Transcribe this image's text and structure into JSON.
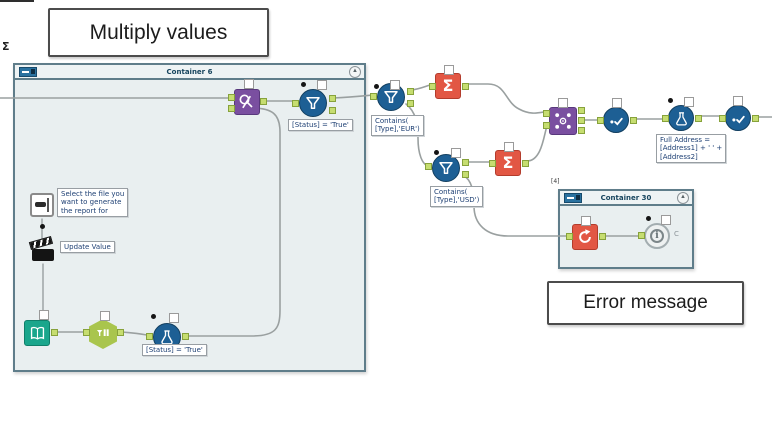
{
  "canvas": {
    "comment_labels": {
      "multiply_values": "Multiply values",
      "error_message": "Error message"
    },
    "stray_sigma": "Σ",
    "containers": {
      "container6": {
        "title": "Container 6"
      },
      "container30": {
        "title": "Container 30",
        "marker": "[4]"
      }
    },
    "annotations": {
      "filter_status": "[Status] = 'True'",
      "contains_eur": "Contains(\n[Type],'EUR')",
      "contains_usd": "Contains(\n[Type],'USD')",
      "full_address": "Full Address =\n[Address1] + ' ' +\n[Address2]",
      "formula_status": "[Status] = 'True'",
      "select_file_comment": "Select the file you\nwant to generate\nthe report for",
      "update_value": "Update Value",
      "message_output_letter": "C"
    },
    "icons": {
      "summarize": "Σ",
      "message": "i",
      "collapse": "▲"
    },
    "colors": {
      "preparation_blue": "#1d5f94",
      "join_purple": "#7a4fa0",
      "transform_orange": "#e25744",
      "input_teal": "#1aa68c",
      "macro_lime": "#a9c54d",
      "anchor_green": "#c6dd70",
      "wire_gray": "#9aa0a0",
      "container_fill": "#e9eff0",
      "container_border": "#5f7d8a",
      "annotation_text": "#1d3f73"
    }
  }
}
